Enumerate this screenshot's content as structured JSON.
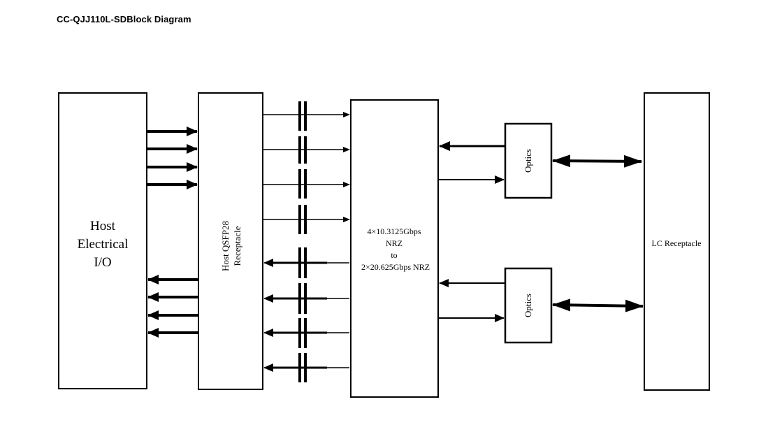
{
  "title": "CC-QJJ110L-SDBlock Diagram",
  "blocks": {
    "host_io": [
      "Host",
      "Electrical",
      "I/O"
    ],
    "qsfp": [
      "Host QSFP28",
      "Receptacle"
    ],
    "gearbox": [
      "4×10.3125Gbps",
      "NRZ",
      "to",
      "2×20.625Gbps NRZ"
    ],
    "optics_top": "Optics",
    "optics_bottom": "Optics",
    "lc": "LC Receptacle"
  }
}
